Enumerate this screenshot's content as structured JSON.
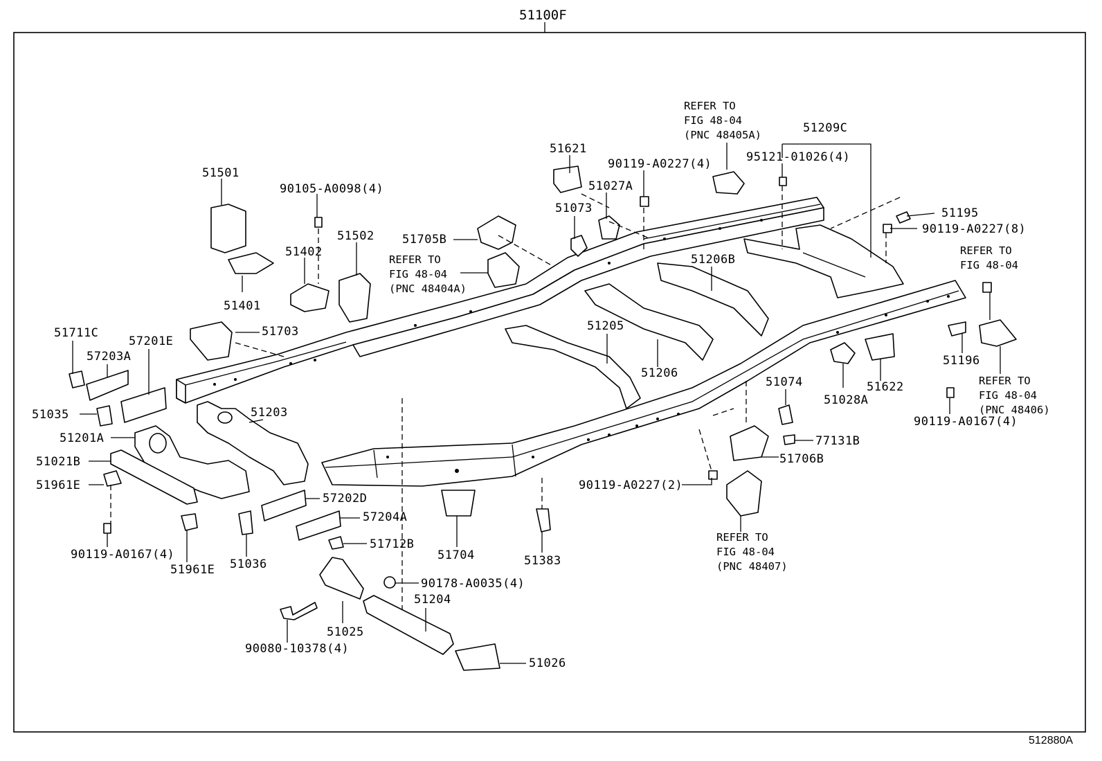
{
  "header_part": "51100F",
  "figure_code": "512880A",
  "labels": {
    "l51501": "51501",
    "l90105": "90105-A0098(4)",
    "l51402": "51402",
    "l51502": "51502",
    "l51401": "51401",
    "l51705B": "51705B",
    "l51621": "51621",
    "l90119_a": "90119-A0227(4)",
    "l51027A": "51027A",
    "l51073": "51073",
    "l95121": "95121-01026(4)",
    "l51209C": "51209C",
    "l51195": "51195",
    "l90119_8": "90119-A0227(8)",
    "l51206B": "51206B",
    "l51711C": "51711C",
    "l57201E": "57201E",
    "l57203A": "57203A",
    "l51703": "51703",
    "l51205": "51205",
    "l51206": "51206",
    "l51028A": "51028A",
    "l51622": "51622",
    "l51196": "51196",
    "l51035": "51035",
    "l51203": "51203",
    "l51201A": "51201A",
    "l51021B": "51021B",
    "l51961E_a": "51961E",
    "l51961E_b": "51961E",
    "l90119_0167a": "90119-A0167(4)",
    "l90119_0167b": "90119-A0167(4)",
    "l51074": "51074",
    "l77131B": "77131B",
    "l51706B": "51706B",
    "l90119_2": "90119-A0227(2)",
    "l57202D": "57202D",
    "l57204A": "57204A",
    "l51712B": "51712B",
    "l51036": "51036",
    "l51704": "51704",
    "l51383": "51383",
    "l90178": "90178-A0035(4)",
    "l51204": "51204",
    "l51025": "51025",
    "l90080": "90080-10378(4)",
    "l51026": "51026"
  },
  "refs": {
    "r48405A": [
      "REFER TO",
      "FIG 48-04",
      "(PNC 48405A)"
    ],
    "r48404A": [
      "REFER TO",
      "FIG 48-04",
      "(PNC 48404A)"
    ],
    "rRight": [
      "REFER TO",
      "FIG 48-04"
    ],
    "r48406": [
      "REFER TO",
      "FIG 48-04",
      "(PNC 48406)"
    ],
    "r48407": [
      "REFER TO",
      "FIG 48-04",
      "(PNC 48407)"
    ]
  }
}
